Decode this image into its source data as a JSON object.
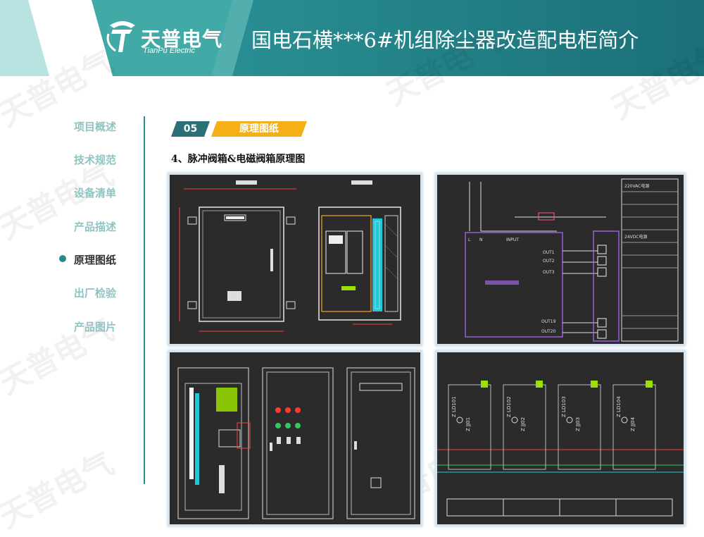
{
  "header": {
    "logo_cn": "天普电气",
    "logo_en": "TianPu Electric",
    "title": "国电石横***6#机组除尘器改造配电柜简介"
  },
  "watermark": "天普电气",
  "nav": {
    "items": [
      {
        "label": "项目概述",
        "active": false
      },
      {
        "label": "技术规范",
        "active": false
      },
      {
        "label": "设备清单",
        "active": false
      },
      {
        "label": "产品描述",
        "active": false
      },
      {
        "label": "原理图纸",
        "active": true
      },
      {
        "label": "出厂检验",
        "active": false
      },
      {
        "label": "产品图片",
        "active": false
      }
    ]
  },
  "section": {
    "number": "05",
    "title": "原理图纸",
    "subtitle": "4、脉冲阀箱&电磁阀箱原理图"
  },
  "diagrams": {
    "tr": {
      "L": "L",
      "N": "N",
      "input": "INPUT",
      "out1": "OUT1",
      "out2": "OUT2",
      "out3": "OUT3",
      "out19": "OUT19",
      "out20": "OUT20",
      "vac": "220VAC电源",
      "vdc": "24VDC电源"
    },
    "br": {
      "labels": [
        "Z LD101",
        "Z LD102",
        "Z LD103",
        "Z LD104"
      ],
      "zj": [
        "Z JJ01",
        "Z JJ02",
        "Z JJ03",
        "Z JJ04"
      ]
    }
  },
  "colors": {
    "teal_dark": "#1f7a80",
    "teal_light": "#3aa7a5",
    "accent": "#f5b018",
    "section_num_bg": "#2b6f77"
  }
}
